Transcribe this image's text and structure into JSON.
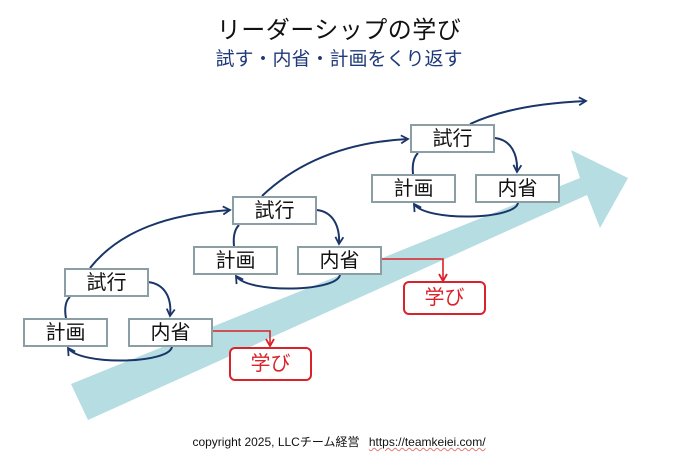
{
  "title": "リーダーシップの学び",
  "subtitle": "試す・内省・計画をくり返す",
  "colors": {
    "subtitle": "#1f3a78",
    "cycle_arrow": "#1a3568",
    "growth_arrow": "#b5dde2",
    "learn_accent": "#d9232a",
    "box_border": "#8a9ea3"
  },
  "cycles": [
    {
      "try": "試行",
      "plan": "計画",
      "reflect": "内省",
      "learn": "学び"
    },
    {
      "try": "試行",
      "plan": "計画",
      "reflect": "内省",
      "learn": "学び"
    },
    {
      "try": "試行",
      "plan": "計画",
      "reflect": "内省"
    }
  ],
  "footer": {
    "copyright": "copyright 2025, LLCチーム経営",
    "url": "https://teamkeiei.com/"
  }
}
